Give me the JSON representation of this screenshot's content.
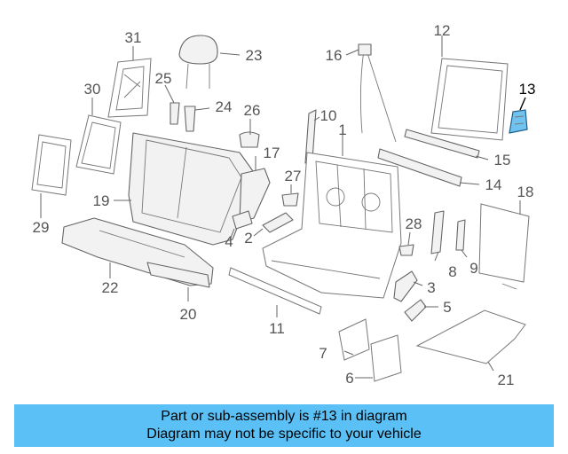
{
  "diagram": {
    "callouts": [
      "1",
      "2",
      "3",
      "4",
      "5",
      "6",
      "7",
      "8",
      "9",
      "10",
      "11",
      "12",
      "13",
      "14",
      "15",
      "16",
      "17",
      "18",
      "19",
      "20",
      "21",
      "22",
      "23",
      "24",
      "25",
      "26",
      "27",
      "28",
      "29",
      "30",
      "31"
    ],
    "highlighted_part": "13"
  },
  "banner": {
    "line1": "Part or sub-assembly is #13 in diagram",
    "line2": "Diagram may not be specific to your vehicle"
  },
  "colors": {
    "banner_bg": "#5ac0f5",
    "highlight_fill": "#6fc3ee",
    "line": "#666666"
  }
}
